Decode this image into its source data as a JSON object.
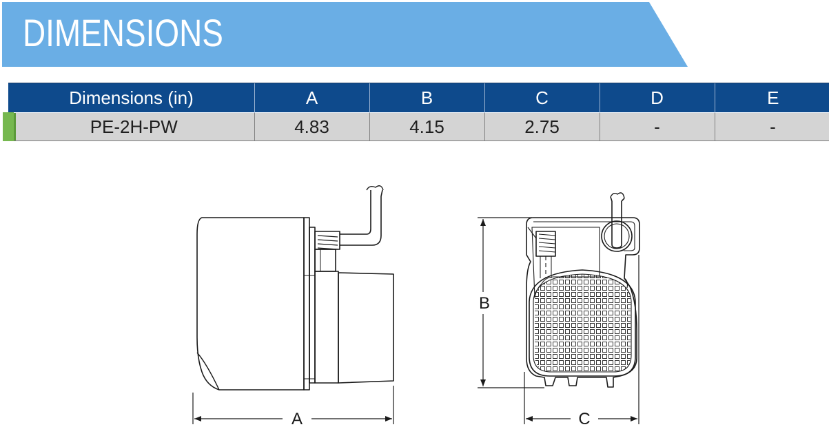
{
  "banner": {
    "title": "DIMENSIONS"
  },
  "table": {
    "headers": [
      "Dimensions (in)",
      "A",
      "B",
      "C",
      "D",
      "E"
    ],
    "rows": [
      [
        "PE-2H-PW",
        "4.83",
        "4.15",
        "2.75",
        "-",
        "-"
      ]
    ]
  },
  "drawing": {
    "side_view_dimension_label": "A",
    "front_view_height_label": "B",
    "front_view_width_label": "C"
  },
  "colors": {
    "banner": "#6aaee5",
    "header": "#0e4a8c",
    "row": "#d4d4d4",
    "row_marker": "#76b84f"
  }
}
